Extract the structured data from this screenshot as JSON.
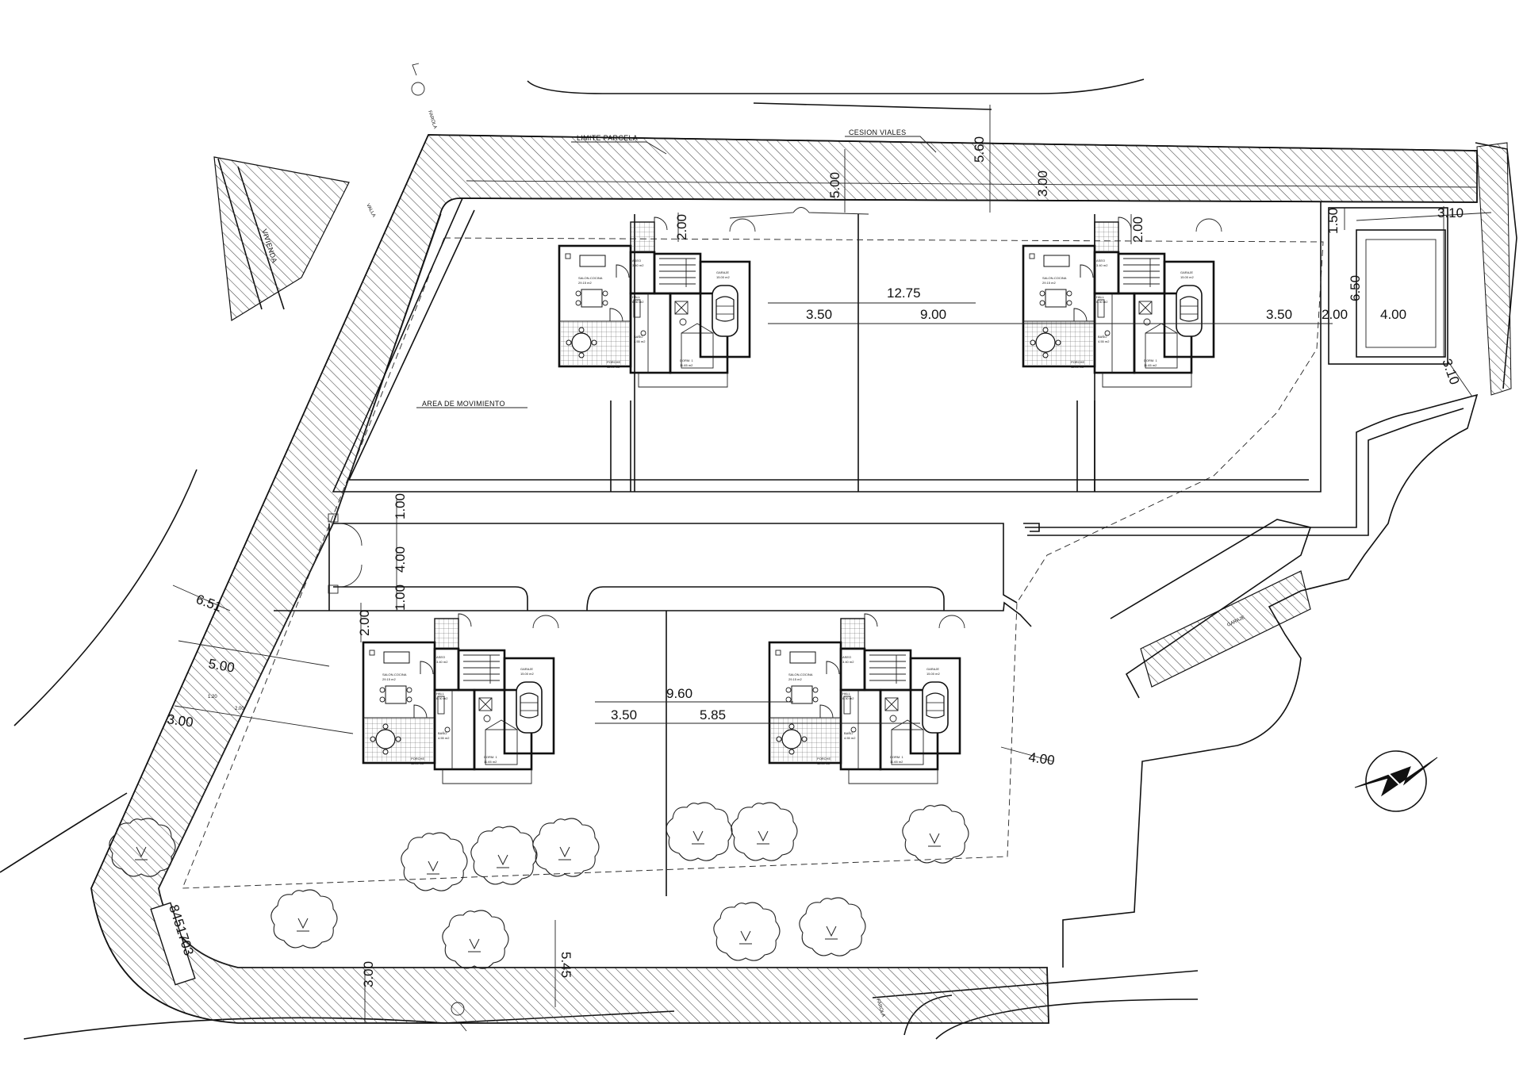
{
  "labels": {
    "limite_parcela": "LIMITE PARCELA",
    "cesion_viales": "CESION VIALES",
    "area_movimiento": "AREA DE MOVIMIENTO",
    "vivienda": "VIVIENDA",
    "cadastral": "8451703",
    "garaje_lateral": "GARAJE",
    "linde_sup": "VALLA",
    "marker_top": "FAROLA",
    "marker_bottom": "FAROLA"
  },
  "dimensions": {
    "d_5_60": "5.60",
    "d_5_00": "5.00",
    "d_3_00_top": "3.00",
    "d_2_00_h1": "2.00",
    "d_2_00_h2": "2.00",
    "d_12_75": "12.75",
    "d_3_50_a": "3.50",
    "d_9_00": "9.00",
    "d_3_50_b": "3.50",
    "d_2_00_pool": "2.00",
    "d_4_00_pool": "4.00",
    "d_3_10_top": "3.10",
    "d_1_50": "1.50",
    "d_6_50": "6.50",
    "d_3_10_side": "3.10",
    "d_1_00_a": "1.00",
    "d_4_00_path": "4.00",
    "d_1_00_b": "1.00",
    "d_6_51": "6.51",
    "d_5_00_left": "5.00",
    "d_3_00_left": "3.00",
    "d_1_20": "1.20",
    "d_2_00_left": "2.00",
    "d_2_00_h3": "2.00",
    "d_9_60": "9.60",
    "d_3_50_c": "3.50",
    "d_5_85": "5.85",
    "d_4_00_right": "4.00",
    "d_3_00_bottom": "3.00",
    "d_5_45": "5.45"
  },
  "house": {
    "salon": "SALON-COCINA",
    "salon_area": "29.15 m2",
    "garaje": "GARAJE",
    "garaje_area": "15.00 m2",
    "porche": "PORCHE",
    "porche_area": "11.90 m2",
    "dorm": "DORM. 1",
    "dorm_area": "11.65 m2",
    "aseo": "ASEO",
    "aseo_area": "3.40 m2",
    "bano": "BAÑO",
    "bano_area": "4.55 m2",
    "hall": "HALL",
    "hall_area": "6.30 m2"
  },
  "colors": {
    "line": "#111111",
    "hatch": "#444444",
    "background": "#ffffff"
  },
  "icons": [
    "north-arrow-icon",
    "tree-icon",
    "car-icon",
    "street-lamp-icon"
  ]
}
